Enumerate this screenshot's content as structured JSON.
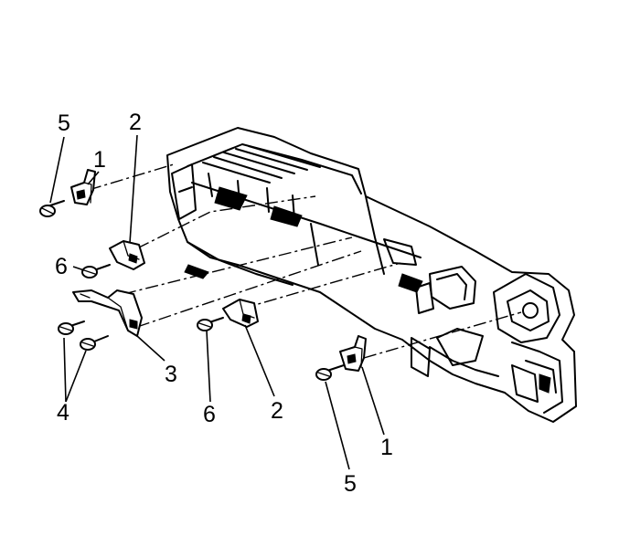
{
  "callouts": {
    "c5a": "5",
    "c1a": "1",
    "c2a": "2",
    "c6a": "6",
    "c3": "3",
    "c4": "4",
    "c6b": "6",
    "c2b": "2",
    "c1b": "1",
    "c5b": "5"
  }
}
